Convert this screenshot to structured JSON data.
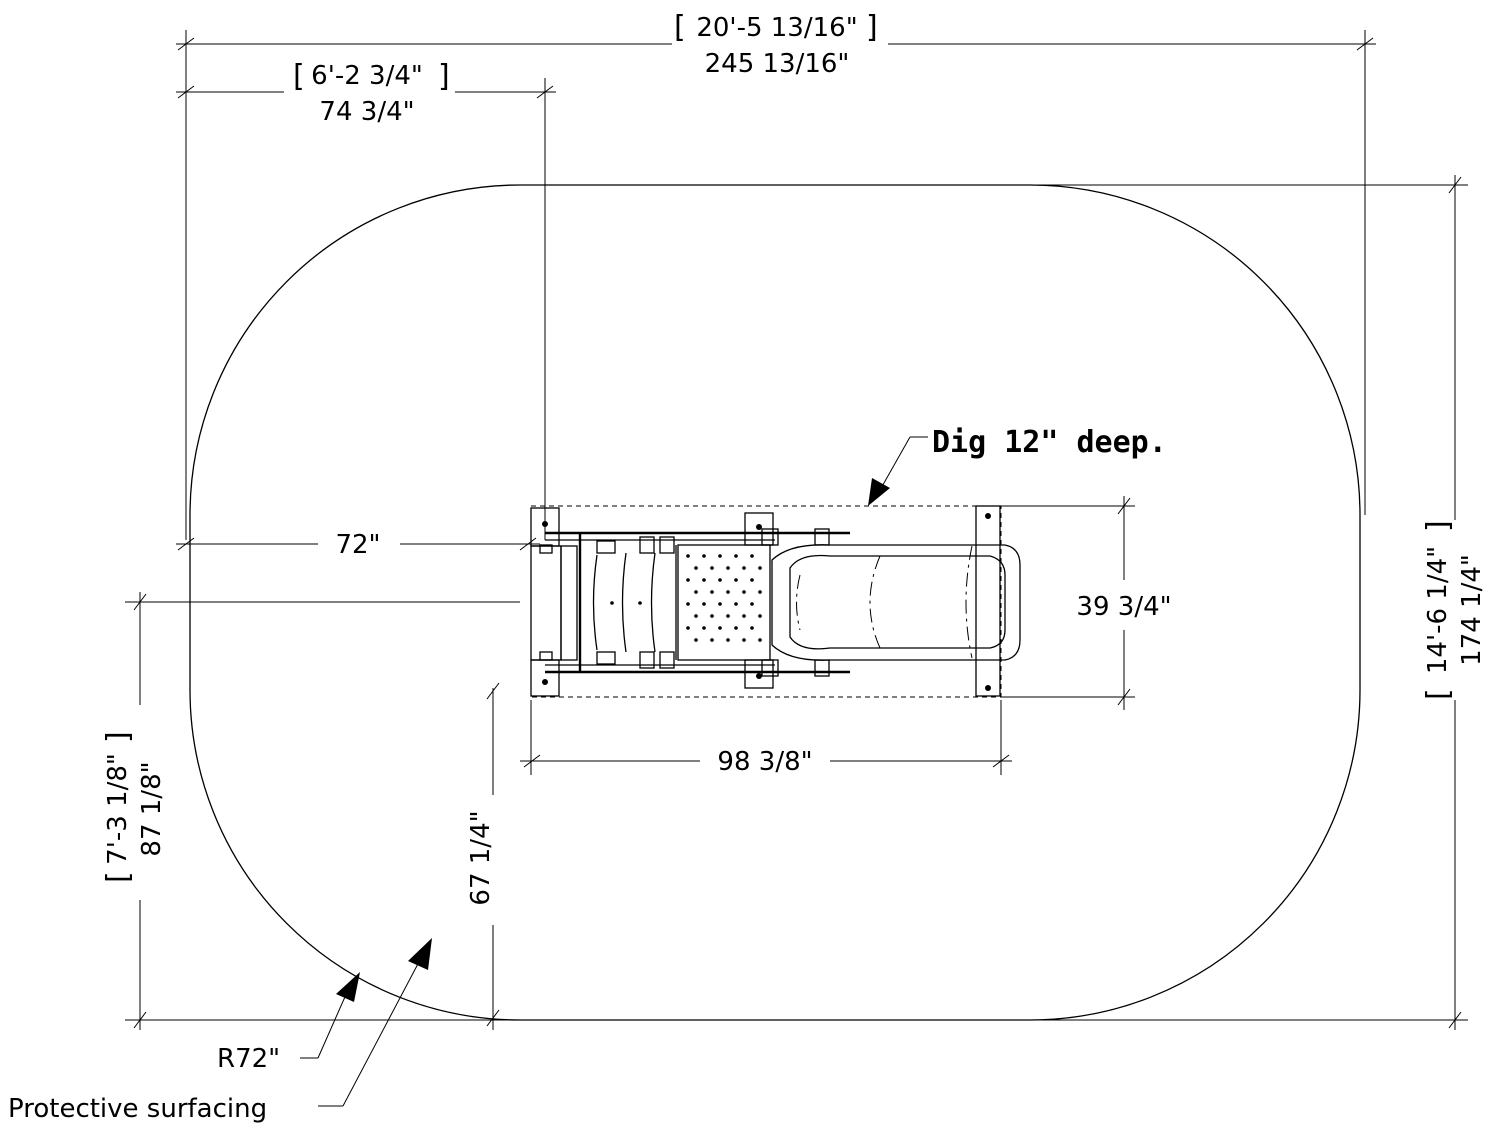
{
  "dimensions": {
    "overall_width_ftin": "20'-5 13/16\"",
    "overall_width_in": "245 13/16\"",
    "left_offset_ftin": "6'-2 3/4\"",
    "left_offset_in": "74 3/4\"",
    "overall_depth_ftin": "14'-6 1/4\"",
    "overall_depth_in": "174 1/4\"",
    "clearance_72": "72\"",
    "equipment_width": "39 3/4\"",
    "equipment_length": "98 3/8\"",
    "front_clearance": "67 1/4\"",
    "side_offset_ftin": "7'-3 1/8\"",
    "side_offset_in": "87 1/8\""
  },
  "notes": {
    "dig_depth": "Dig 12\" deep.",
    "radius": "R72\"",
    "surfacing": "Protective surfacing"
  }
}
